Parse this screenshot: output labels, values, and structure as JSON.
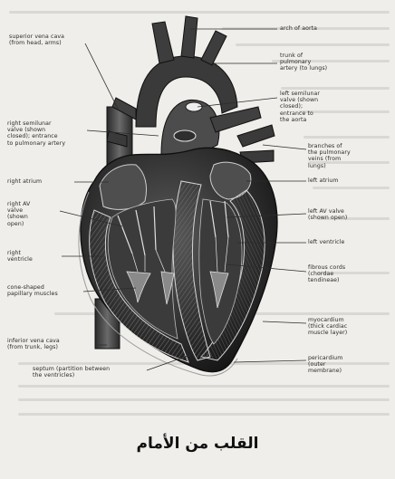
{
  "caption": "القلب من الأمام",
  "labels_left": [
    {
      "id": "svc",
      "text": "superior vena cava\n(from head, arms)"
    },
    {
      "id": "pulm-valve",
      "text": "right semilunar\nvalve (shown\nclosed); entrance\nto pulmonary artery"
    },
    {
      "id": "right-atrium",
      "text": "right atrium"
    },
    {
      "id": "right-av-valve",
      "text": "right AV\nvalve\n(shown\nopen)"
    },
    {
      "id": "right-ventricle",
      "text": "right\nventricle"
    },
    {
      "id": "cone-muscles",
      "text": "cone-shaped\npapillary muscles"
    },
    {
      "id": "ivc",
      "text": "inferior vena cava\n(from trunk, legs)"
    },
    {
      "id": "septum",
      "text": "septum (partition between\nthe ventricles)"
    }
  ],
  "labels_right": [
    {
      "id": "aortic-arch",
      "text": "arch of aorta"
    },
    {
      "id": "trunk-pulm",
      "text": "trunk of\npulmonary\nartery (to lungs)"
    },
    {
      "id": "left-semilunar",
      "text": "left semilunar\nvalve (shown\nclosed);\nentrance to\nthe aorta"
    },
    {
      "id": "pulm-veins",
      "text": "branches of\nthe pulmonary\nveins (from\nlungs)"
    },
    {
      "id": "left-atrium",
      "text": "left atrium"
    },
    {
      "id": "left-av-valve",
      "text": "left AV valve\n(shown open)"
    },
    {
      "id": "left-ventricle",
      "text": "left ventricle"
    },
    {
      "id": "cordae",
      "text": "fibrous cords\n(chordae\ntendineae)"
    },
    {
      "id": "myocardium",
      "text": "myocardium\n(thick cardiac\nmuscle layer)"
    },
    {
      "id": "pericardium",
      "text": "pericardium\n(outer\nmembrane)"
    }
  ]
}
